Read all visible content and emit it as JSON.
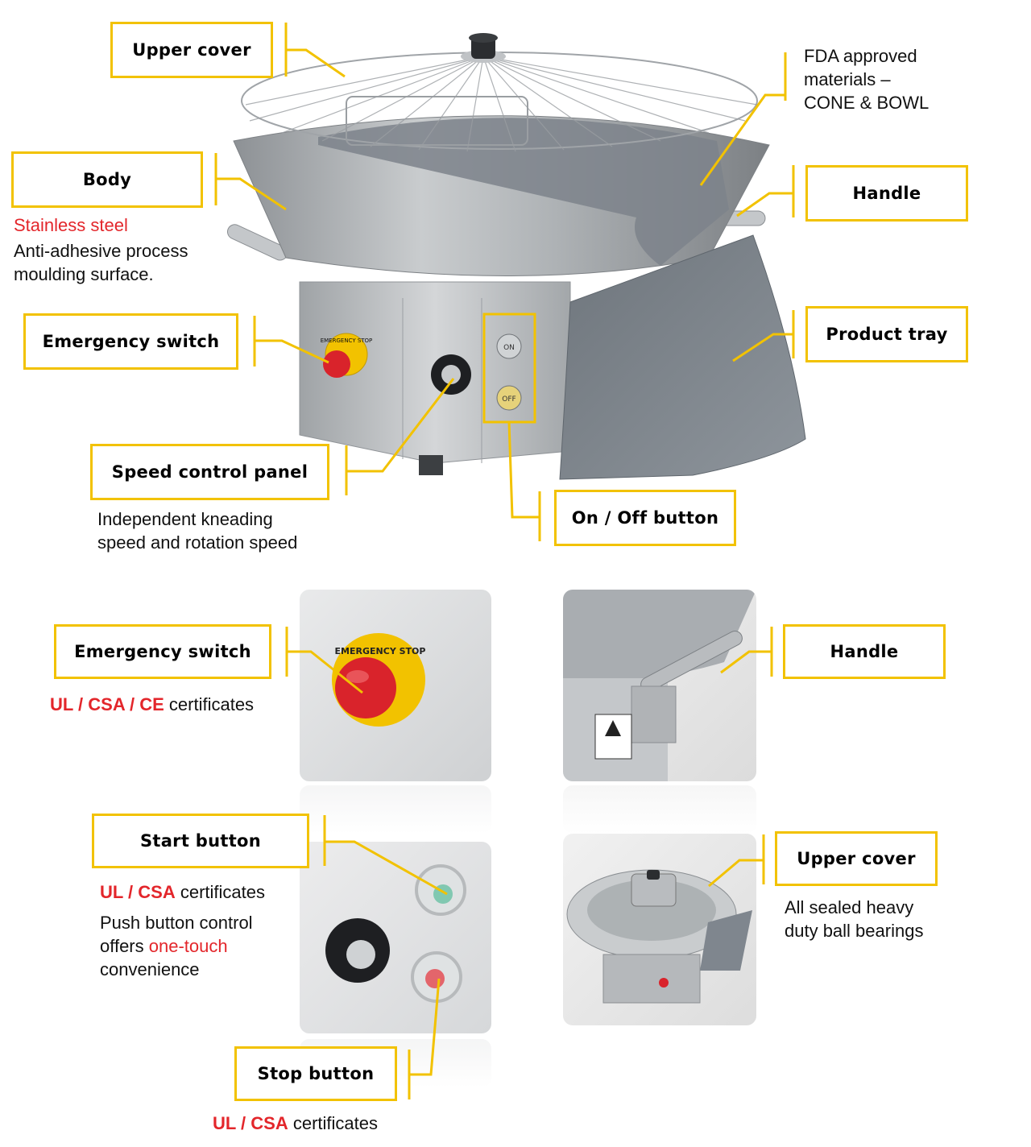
{
  "top": {
    "upper_cover": "Upper cover",
    "fda_note": [
      "FDA approved",
      "materials –",
      "CONE & BOWL"
    ],
    "body": "Body",
    "body_material": "Stainless steel",
    "body_note": [
      "Anti-adhesive process",
      "moulding surface."
    ],
    "handle": "Handle",
    "product_tray": "Product tray",
    "emergency_switch": "Emergency switch",
    "speed_control_panel": "Speed control panel",
    "speed_note": [
      "Independent kneading",
      "speed and rotation speed"
    ],
    "on_off_button": "On / Off button",
    "machine_on_label": "ON",
    "machine_off_label": "OFF",
    "machine_emergency_label": "EMERGENCY STOP"
  },
  "details": {
    "emergency_switch": "Emergency switch",
    "emergency_certs": "UL / CSA / CE",
    "emergency_certs_suffix": " certificates",
    "emergency_photo_text": "EMERGENCY STOP",
    "handle": "Handle",
    "start_button": "Start button",
    "start_certs": "UL / CSA",
    "start_certs_suffix": " certificates",
    "start_note_line1": "Push button control",
    "start_note_line2_prefix": "offers ",
    "start_note_line2_highlight": "one-touch",
    "start_note_line3": "convenience",
    "stop_button": "Stop button",
    "stop_certs": "UL / CSA",
    "stop_certs_suffix": " certificates",
    "upper_cover": "Upper cover",
    "upper_cover_note": [
      "All sealed heavy",
      "duty ball bearings"
    ]
  },
  "colors": {
    "callout_yellow": "#f2c200",
    "highlight_red": "#e3262b",
    "steel": "#b9bcbf",
    "tray_grey": "#7f868e"
  }
}
